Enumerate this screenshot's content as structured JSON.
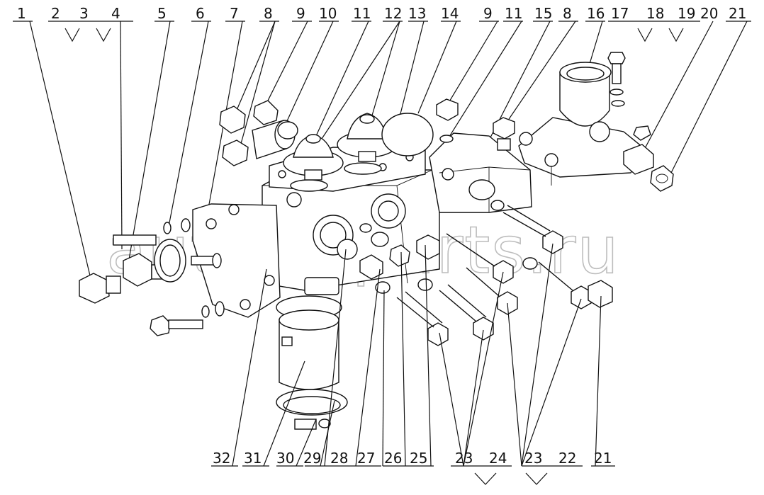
{
  "watermark": "autoat-parts.ru",
  "top_labels": [
    "1",
    "2",
    "3",
    "4",
    "5",
    "6",
    "7",
    "8",
    "9",
    "10",
    "11",
    "12",
    "13",
    "14",
    "9",
    "11",
    "15",
    "8",
    "16",
    "17",
    "18",
    "19",
    "20",
    "21"
  ],
  "bottom_labels": [
    "32",
    "31",
    "30",
    "29",
    "28",
    "27",
    "26",
    "25",
    "23",
    "24",
    "23",
    "22",
    "21"
  ]
}
